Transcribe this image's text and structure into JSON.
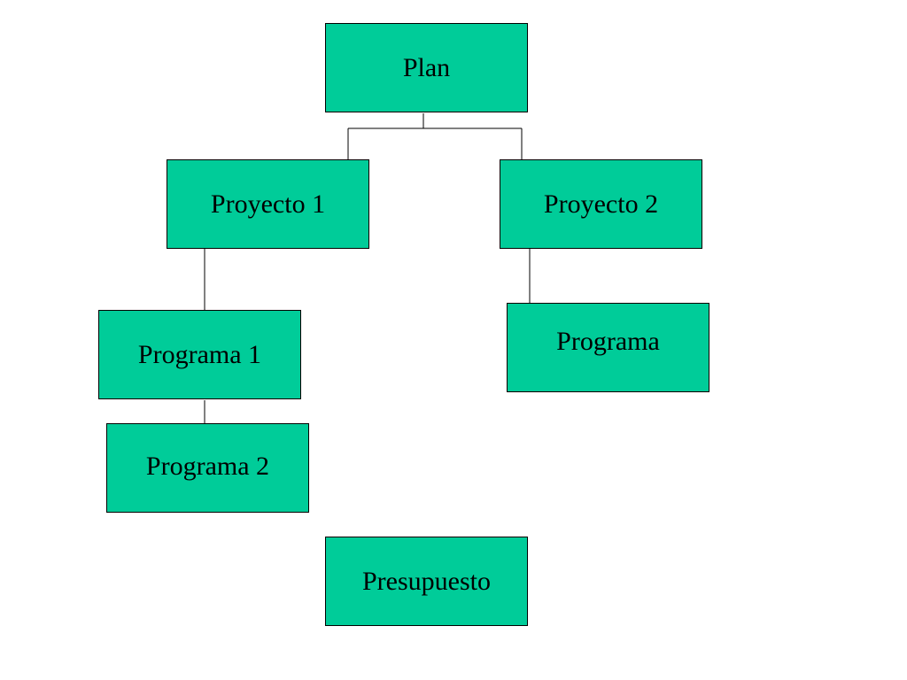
{
  "diagram": {
    "fill_color": "#00cc99",
    "line_color": "#000000",
    "nodes": {
      "plan": "Plan",
      "proyecto_1": "Proyecto 1",
      "proyecto_2": "Proyecto 2",
      "programa_1": "Programa 1",
      "programa": "Programa",
      "programa_2": "Programa 2",
      "presupuesto": "Presupuesto"
    }
  }
}
